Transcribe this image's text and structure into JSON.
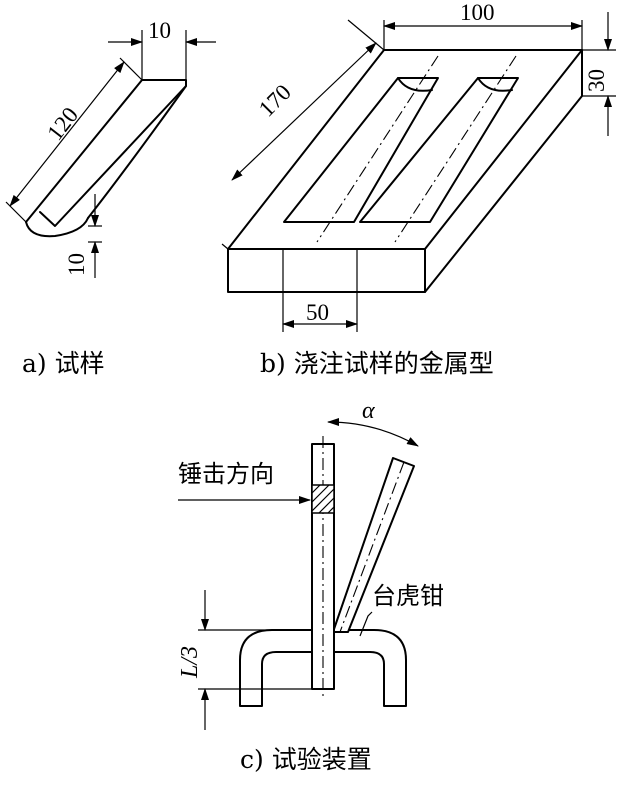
{
  "panel_a": {
    "caption": "a) 试样",
    "dims": {
      "width": "10",
      "length": "120",
      "thickness": "10"
    }
  },
  "panel_b": {
    "caption": "b) 浇注试样的金属型",
    "dims": {
      "width": "100",
      "length": "170",
      "height": "30",
      "spacing": "50"
    }
  },
  "panel_c": {
    "caption": "c) 试验装置",
    "labels": {
      "hammer_direction": "锤击方向",
      "vise": "台虎钳",
      "angle": "α",
      "grip_length": "L/3"
    }
  },
  "colors": {
    "line": "#000000",
    "background": "#ffffff"
  }
}
